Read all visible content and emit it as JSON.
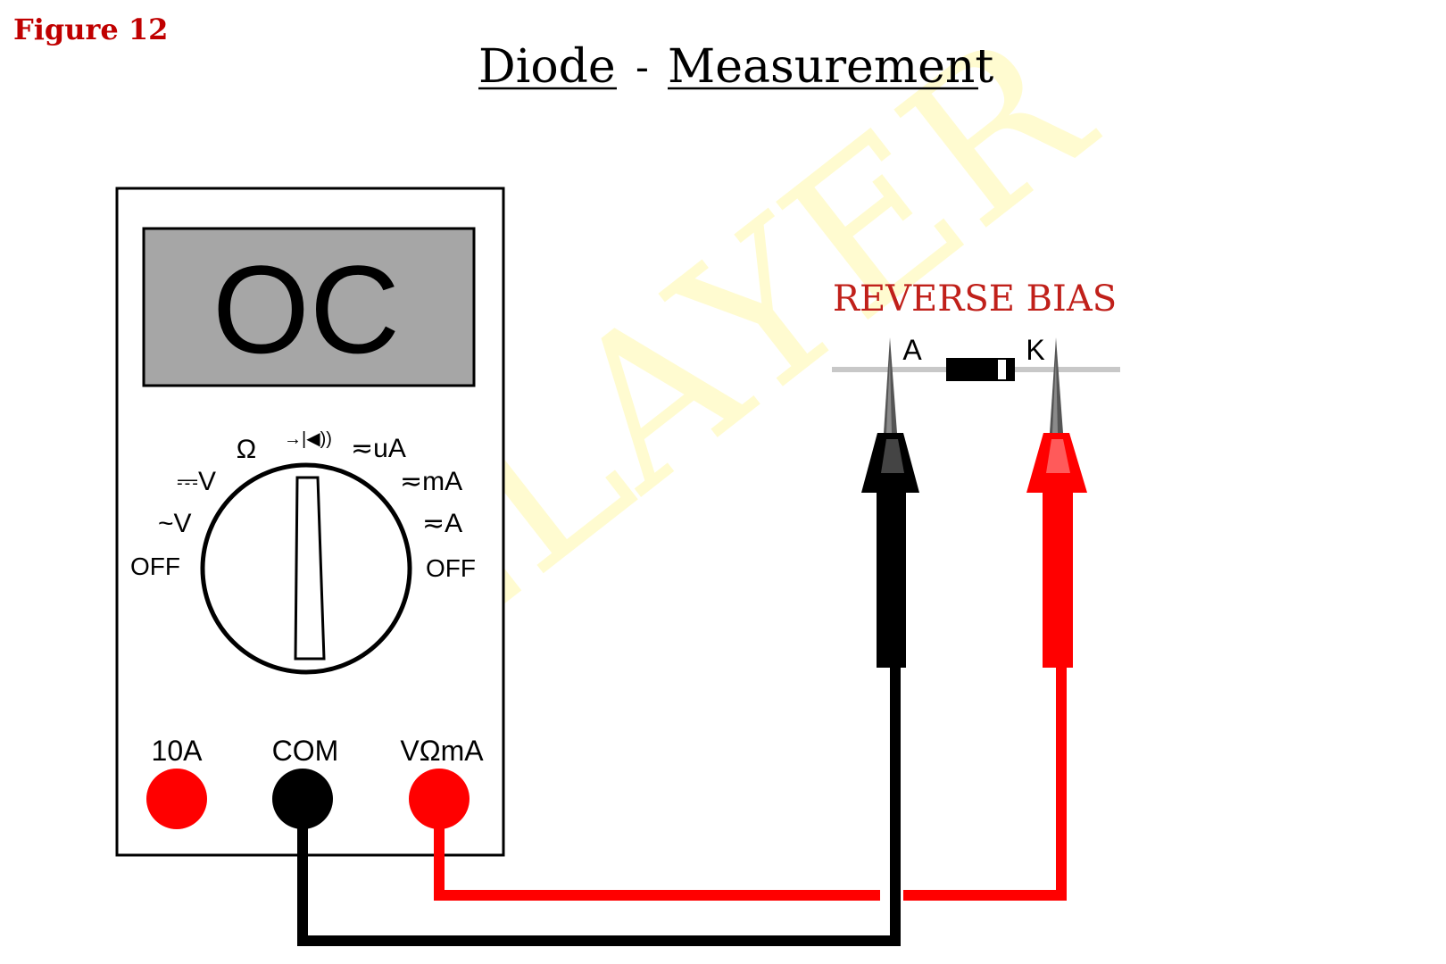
{
  "figure_label": "Figure 12",
  "title": {
    "part1": "Diode",
    "separator": "-",
    "part2": "Measurement"
  },
  "multimeter": {
    "display_reading": "OC",
    "dial_labels": {
      "ohm": "Ω",
      "diode": "→|◀))",
      "uA": "≂uA",
      "dcv": "⎓V",
      "mA": "≂mA",
      "acv": "~V",
      "A": "≂A",
      "off_left": "OFF",
      "off_right": "OFF"
    },
    "jacks": [
      {
        "label": "10A",
        "color": "#ff0000"
      },
      {
        "label": "COM",
        "color": "#000000"
      },
      {
        "label": "VΩmA",
        "color": "#ff0000"
      }
    ]
  },
  "bias_label": "REVERSE BIAS",
  "diode": {
    "anode_label": "A",
    "cathode_label": "K"
  },
  "watermark": "RELAYER",
  "colors": {
    "figure_label": "#c00000",
    "bias_label": "#c0201a",
    "red_lead": "#ff0000",
    "black_lead": "#000000",
    "display_bg": "#a6a6a6",
    "watermark": "#ffffd0"
  }
}
